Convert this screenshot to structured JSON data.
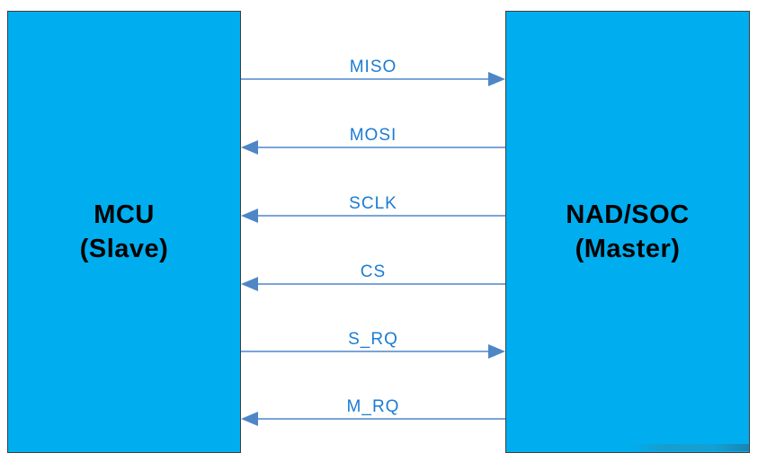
{
  "diagram": {
    "left_box": {
      "name": "MCU",
      "role": "(Slave)"
    },
    "right_box": {
      "name": "NAD/SOC",
      "role": "(Master)"
    },
    "signals": [
      {
        "label": "MISO",
        "direction": "to-master"
      },
      {
        "label": "MOSI",
        "direction": "to-slave"
      },
      {
        "label": "SCLK",
        "direction": "to-slave"
      },
      {
        "label": "CS",
        "direction": "to-slave"
      },
      {
        "label": "S_RQ",
        "direction": "to-master"
      },
      {
        "label": "M_RQ",
        "direction": "to-slave"
      }
    ],
    "signal_line_y": [
      88,
      164,
      240,
      316,
      391,
      466
    ],
    "colors": {
      "background": "#ffffff",
      "box_fill": "#00AEEF",
      "box_border": "#3f3f3f",
      "box_text": "#000000",
      "label_text": "#1B7CD4",
      "arrow_line": "#7AA4DA",
      "arrow_head": "#4E86C6"
    }
  }
}
